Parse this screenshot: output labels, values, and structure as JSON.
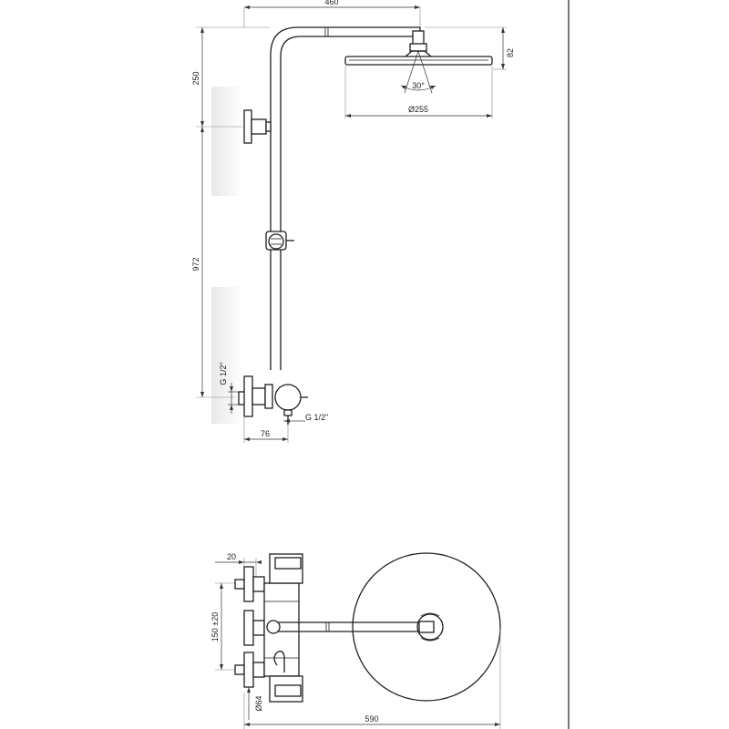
{
  "side_view": {
    "dim_top_width": "460",
    "dim_head_height": "82",
    "dim_spray_angle": "30°",
    "dim_head_diameter": "Ø255",
    "dim_upper_height": "250",
    "dim_bar_height": "972",
    "dim_inlet_thread_left": "G 1/2\"",
    "dim_outlet_thread": "G 1/2\"",
    "dim_depth": "76"
  },
  "top_view": {
    "dim_offset": "20",
    "dim_inlet_spacing": "150 ±20",
    "dim_flange_diameter": "Ø64",
    "dim_total_width": "590"
  }
}
